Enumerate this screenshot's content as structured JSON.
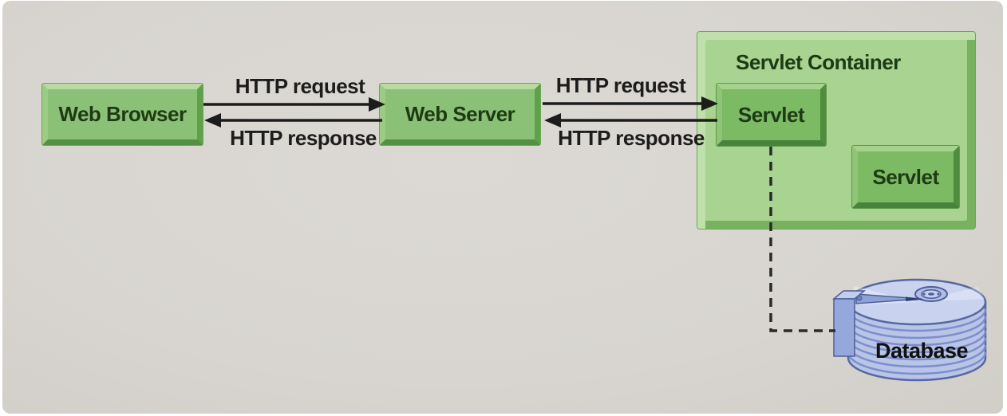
{
  "nodes": {
    "web_browser": {
      "label": "Web Browser"
    },
    "web_server": {
      "label": "Web Server"
    },
    "servlet_container": {
      "title": "Servlet Container"
    },
    "servlet_1": {
      "label": "Servlet"
    },
    "servlet_2": {
      "label": "Servlet"
    },
    "database": {
      "label": "Database"
    }
  },
  "edges": {
    "browser_server": {
      "request": "HTTP request",
      "response": "HTTP response"
    },
    "server_servlet": {
      "request": "HTTP request",
      "response": "HTTP response"
    },
    "servlet_database": {
      "style": "dashed"
    }
  },
  "colors": {
    "background": "#d8d5d0",
    "frame": "#ffffff",
    "box_fill": "#8bc176",
    "servlet_fill": "#7cba64",
    "container_fill": "#a8d391",
    "bevel_light": "#bfe0aa",
    "bevel_dark": "#5d9a49",
    "node_text": "#1e3a14",
    "edge_line": "#1c1c1c",
    "database_fill": "#b9c4e7",
    "database_line": "#55689f"
  }
}
